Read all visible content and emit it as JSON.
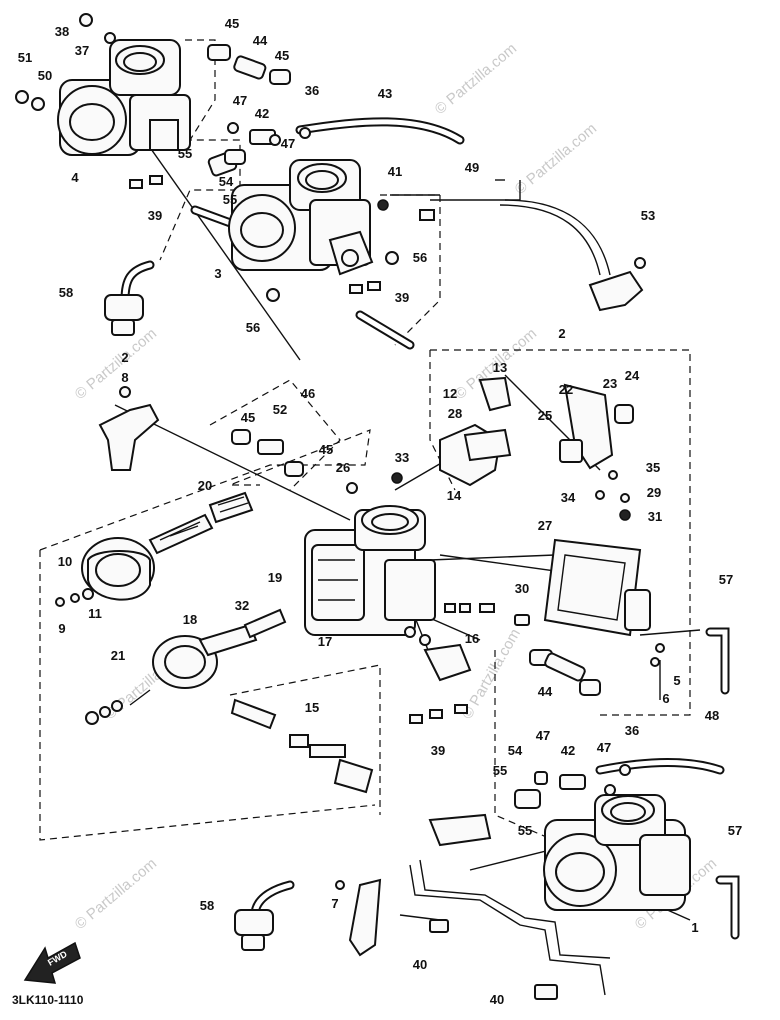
{
  "diagram": {
    "drawing_code": "3LK110-1110",
    "direction_arrow": "FWD",
    "watermark": "© Partzilla.com",
    "callouts": [
      {
        "id": "c38",
        "label": "38"
      },
      {
        "id": "c37",
        "label": "37"
      },
      {
        "id": "c51",
        "label": "51"
      },
      {
        "id": "c50",
        "label": "50"
      },
      {
        "id": "c4",
        "label": "4"
      },
      {
        "id": "c45a",
        "label": "45"
      },
      {
        "id": "c44a",
        "label": "44"
      },
      {
        "id": "c45b",
        "label": "45"
      },
      {
        "id": "c36a",
        "label": "36"
      },
      {
        "id": "c43",
        "label": "43"
      },
      {
        "id": "c47a",
        "label": "47"
      },
      {
        "id": "c42a",
        "label": "42"
      },
      {
        "id": "c47b",
        "label": "47"
      },
      {
        "id": "c55a",
        "label": "55"
      },
      {
        "id": "c54a",
        "label": "54"
      },
      {
        "id": "c55b",
        "label": "55"
      },
      {
        "id": "c39a",
        "label": "39"
      },
      {
        "id": "c41",
        "label": "41"
      },
      {
        "id": "c49",
        "label": "49"
      },
      {
        "id": "c53",
        "label": "53"
      },
      {
        "id": "c3",
        "label": "3"
      },
      {
        "id": "c56a",
        "label": "56"
      },
      {
        "id": "c39b",
        "label": "39"
      },
      {
        "id": "c56b",
        "label": "56"
      },
      {
        "id": "c58a",
        "label": "58"
      },
      {
        "id": "c2a",
        "label": "2"
      },
      {
        "id": "c8",
        "label": "8"
      },
      {
        "id": "c2b",
        "label": "2"
      },
      {
        "id": "c13",
        "label": "13"
      },
      {
        "id": "c12",
        "label": "12"
      },
      {
        "id": "c28",
        "label": "28"
      },
      {
        "id": "c22",
        "label": "22"
      },
      {
        "id": "c23",
        "label": "23"
      },
      {
        "id": "c24",
        "label": "24"
      },
      {
        "id": "c25",
        "label": "25"
      },
      {
        "id": "c46",
        "label": "46"
      },
      {
        "id": "c45c",
        "label": "45"
      },
      {
        "id": "c52",
        "label": "52"
      },
      {
        "id": "c45d",
        "label": "45"
      },
      {
        "id": "c26",
        "label": "26"
      },
      {
        "id": "c33",
        "label": "33"
      },
      {
        "id": "c14",
        "label": "14"
      },
      {
        "id": "c35",
        "label": "35"
      },
      {
        "id": "c34",
        "label": "34"
      },
      {
        "id": "c29",
        "label": "29"
      },
      {
        "id": "c31",
        "label": "31"
      },
      {
        "id": "c20",
        "label": "20"
      },
      {
        "id": "c27",
        "label": "27"
      },
      {
        "id": "c10",
        "label": "10"
      },
      {
        "id": "c19",
        "label": "19"
      },
      {
        "id": "c9",
        "label": "9"
      },
      {
        "id": "c11",
        "label": "11"
      },
      {
        "id": "c32",
        "label": "32"
      },
      {
        "id": "c30",
        "label": "30"
      },
      {
        "id": "c57a",
        "label": "57"
      },
      {
        "id": "c18",
        "label": "18"
      },
      {
        "id": "c17",
        "label": "17"
      },
      {
        "id": "c16",
        "label": "16"
      },
      {
        "id": "c21",
        "label": "21"
      },
      {
        "id": "c5",
        "label": "5"
      },
      {
        "id": "c44b",
        "label": "44"
      },
      {
        "id": "c6",
        "label": "6"
      },
      {
        "id": "c15",
        "label": "15"
      },
      {
        "id": "c39c",
        "label": "39"
      },
      {
        "id": "c36b",
        "label": "36"
      },
      {
        "id": "c48",
        "label": "48"
      },
      {
        "id": "c47c",
        "label": "47"
      },
      {
        "id": "c54b",
        "label": "54"
      },
      {
        "id": "c42b",
        "label": "42"
      },
      {
        "id": "c47d",
        "label": "47"
      },
      {
        "id": "c55c",
        "label": "55"
      },
      {
        "id": "c55d",
        "label": "55"
      },
      {
        "id": "c57b",
        "label": "57"
      },
      {
        "id": "c58b",
        "label": "58"
      },
      {
        "id": "c7",
        "label": "7"
      },
      {
        "id": "c1",
        "label": "1"
      },
      {
        "id": "c40a",
        "label": "40"
      },
      {
        "id": "c40b",
        "label": "40"
      }
    ]
  }
}
